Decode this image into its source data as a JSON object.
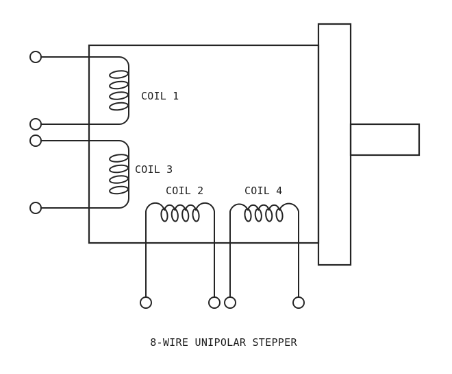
{
  "diagram": {
    "title": "8-WIRE UNIPOLAR STEPPER",
    "coils": [
      {
        "name": "coil-1",
        "label": "COIL 1",
        "orientation": "vertical"
      },
      {
        "name": "coil-2",
        "label": "COIL 2",
        "orientation": "horizontal"
      },
      {
        "name": "coil-3",
        "label": "COIL 3",
        "orientation": "vertical"
      },
      {
        "name": "coil-4",
        "label": "COIL 4",
        "orientation": "horizontal"
      }
    ],
    "terminals": {
      "left_count": 4,
      "bottom_count": 4,
      "total": 8
    },
    "colors": {
      "line": "#242424",
      "text": "#1c1c1c",
      "background": "#ffffff"
    }
  }
}
